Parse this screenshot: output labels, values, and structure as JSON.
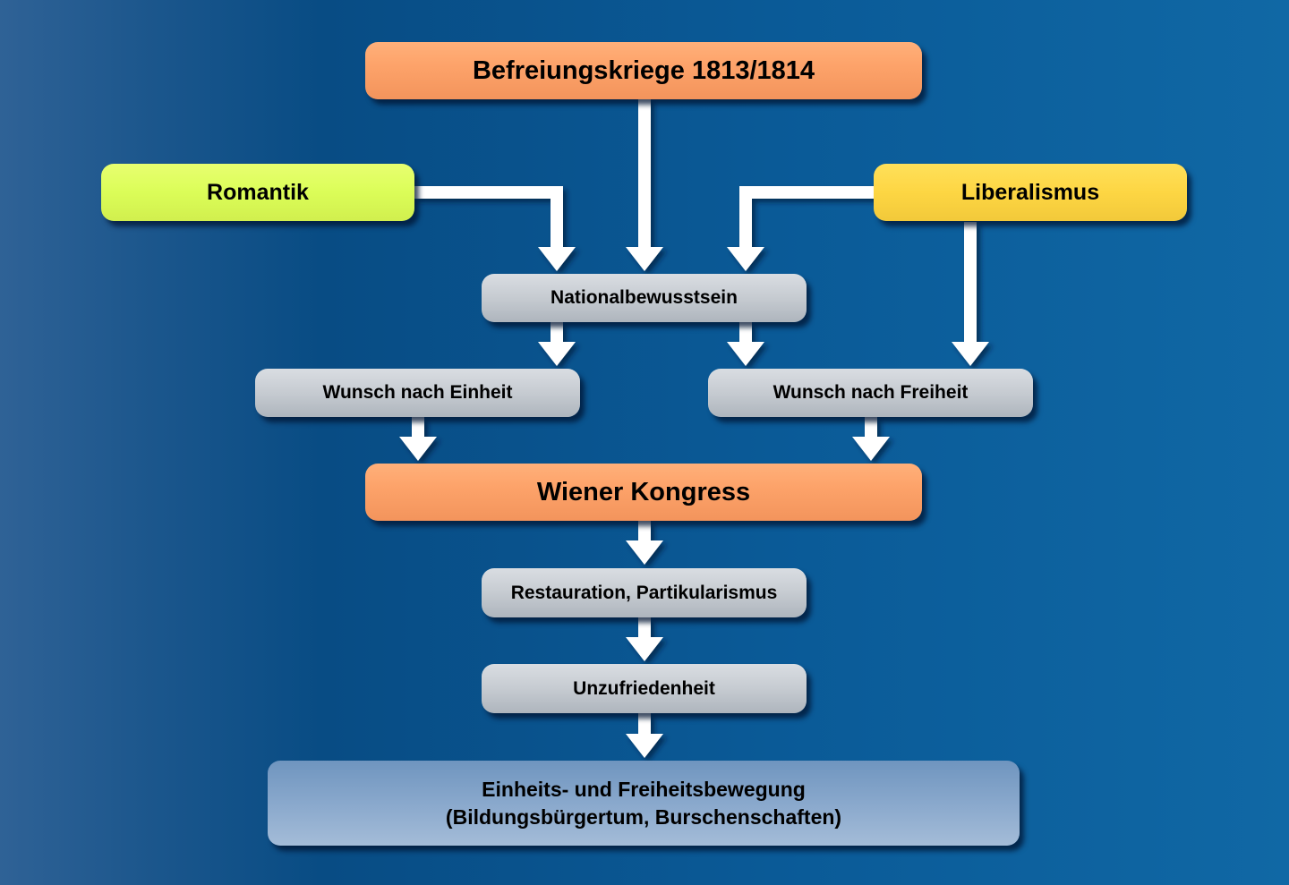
{
  "diagram": {
    "background_colors": [
      "#2f6296",
      "#084c84",
      "#1068a5"
    ],
    "nodes": {
      "befreiungskriege": {
        "label": "Befreiungskriege 1813/1814",
        "color": "#fda36a"
      },
      "romantik": {
        "label": "Romantik",
        "color": "#dbfd58"
      },
      "liberalismus": {
        "label": "Liberalismus",
        "color": "#fdd643"
      },
      "nationalbewusstsein": {
        "label": "Nationalbewusstsein",
        "color": "#c6cbd1"
      },
      "wunsch_einheit": {
        "label": "Wunsch nach Einheit",
        "color": "#c6cbd1"
      },
      "wunsch_freiheit": {
        "label": "Wunsch nach Freiheit",
        "color": "#c6cbd1"
      },
      "wiener_kongress": {
        "label": "Wiener Kongress",
        "color": "#fda36a"
      },
      "restauration": {
        "label": "Restauration, Partikularismus",
        "color": "#c6cbd1"
      },
      "unzufriedenheit": {
        "label": "Unzufriedenheit",
        "color": "#c6cbd1"
      },
      "bewegung": {
        "label_line1": "Einheits- und Freiheitsbewegung",
        "label_line2": "(Bildungsbürgertum, Burschenschaften)",
        "color": "#89a8cc"
      }
    },
    "edges": [
      {
        "from": "befreiungskriege",
        "to": "nationalbewusstsein"
      },
      {
        "from": "romantik",
        "to": "nationalbewusstsein"
      },
      {
        "from": "liberalismus",
        "to": "nationalbewusstsein"
      },
      {
        "from": "liberalismus",
        "to": "wunsch_freiheit"
      },
      {
        "from": "nationalbewusstsein",
        "to": "wunsch_einheit"
      },
      {
        "from": "nationalbewusstsein",
        "to": "wunsch_freiheit"
      },
      {
        "from": "wunsch_einheit",
        "to": "wiener_kongress"
      },
      {
        "from": "wunsch_freiheit",
        "to": "wiener_kongress"
      },
      {
        "from": "wiener_kongress",
        "to": "restauration"
      },
      {
        "from": "restauration",
        "to": "unzufriedenheit"
      },
      {
        "from": "unzufriedenheit",
        "to": "bewegung"
      }
    ]
  }
}
